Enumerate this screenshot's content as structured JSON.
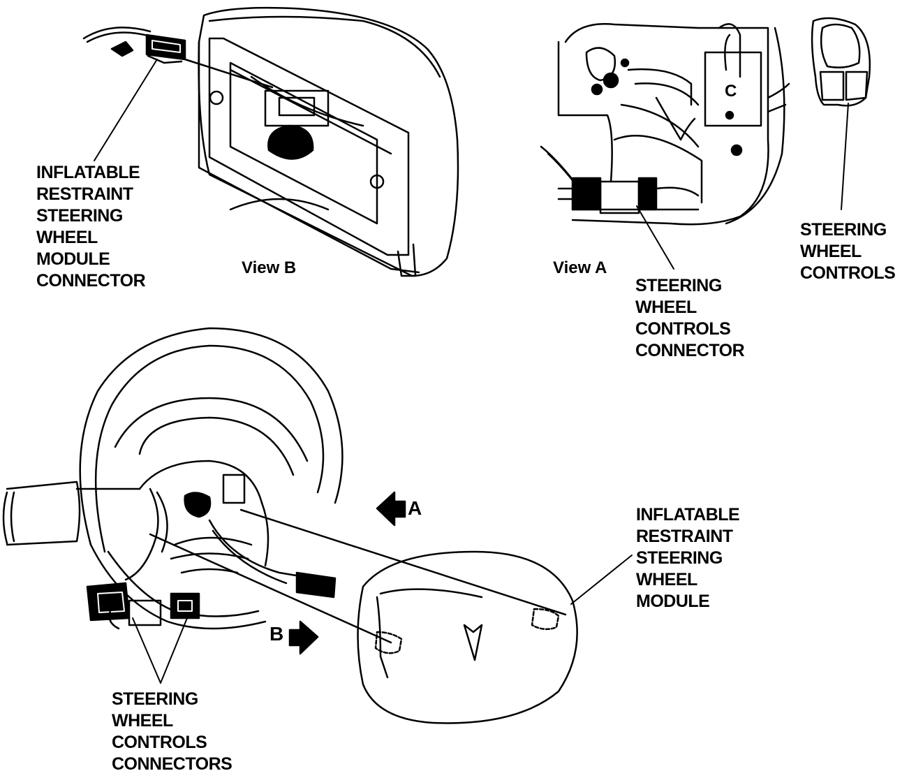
{
  "labels": {
    "ir_module_connector": [
      "INFLATABLE",
      "RESTRAINT",
      "STEERING",
      "WHEEL",
      "MODULE",
      "CONNECTOR"
    ],
    "view_b": "View B",
    "view_a": "View A",
    "sw_controls_connector": [
      "STEERING",
      "WHEEL",
      "CONTROLS",
      "CONNECTOR"
    ],
    "sw_controls": [
      "STEERING",
      "WHEEL",
      "CONTROLS"
    ],
    "ir_module": [
      "INFLATABLE",
      "RESTRAINT",
      "STEERING",
      "WHEEL",
      "MODULE"
    ],
    "sw_controls_connectors": [
      "STEERING",
      "WHEEL",
      "CONTROLS",
      "CONNECTORS"
    ],
    "arrow_a": "A",
    "arrow_b": "B",
    "bracket_letter": "C"
  },
  "colors": {
    "ink": "#000000",
    "paper": "#ffffff"
  }
}
